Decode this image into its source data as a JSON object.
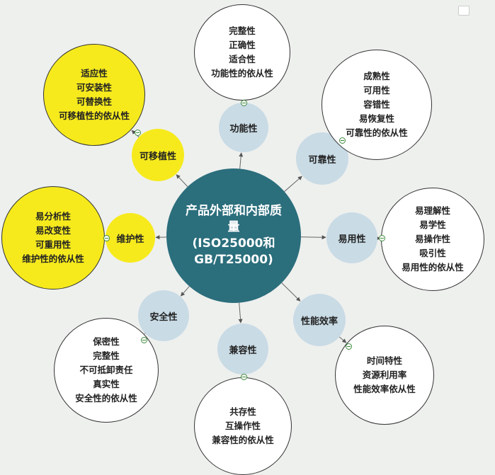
{
  "center": {
    "lines": [
      "产品外部和内部质量",
      "(ISO25000和",
      "GB/T25000)"
    ]
  },
  "branches": [
    {
      "id": "functional",
      "label": "功能性",
      "color": "blue",
      "items": [
        "完整性",
        "正确性",
        "适合性",
        "功能性的依从性"
      ]
    },
    {
      "id": "reliability",
      "label": "可靠性",
      "color": "blue",
      "items": [
        "成熟性",
        "可用性",
        "容错性",
        "易恢复性",
        "可靠性的依从性"
      ]
    },
    {
      "id": "usability",
      "label": "易用性",
      "color": "blue",
      "items": [
        "易理解性",
        "易学性",
        "易操作性",
        "吸引性",
        "易用性的依从性"
      ]
    },
    {
      "id": "efficiency",
      "label": "性能效率",
      "color": "blue",
      "items": [
        "时间特性",
        "资源利用率",
        "性能效率依从性"
      ]
    },
    {
      "id": "compatibility",
      "label": "兼容性",
      "color": "blue",
      "items": [
        "共存性",
        "互操作性",
        "兼容性的依从性"
      ]
    },
    {
      "id": "security",
      "label": "安全性",
      "color": "blue",
      "items": [
        "保密性",
        "完整性",
        "不可抵卸责任",
        "真实性",
        "安全性的依从性"
      ]
    },
    {
      "id": "maintainability",
      "label": "维护性",
      "color": "yellow",
      "items": [
        "易分析性",
        "易改变性",
        "可重用性",
        "维护性的依从性"
      ]
    },
    {
      "id": "portability",
      "label": "可移植性",
      "color": "yellow",
      "items": [
        "适应性",
        "可安装性",
        "可替换性",
        "可移植性的依从性"
      ]
    }
  ]
}
